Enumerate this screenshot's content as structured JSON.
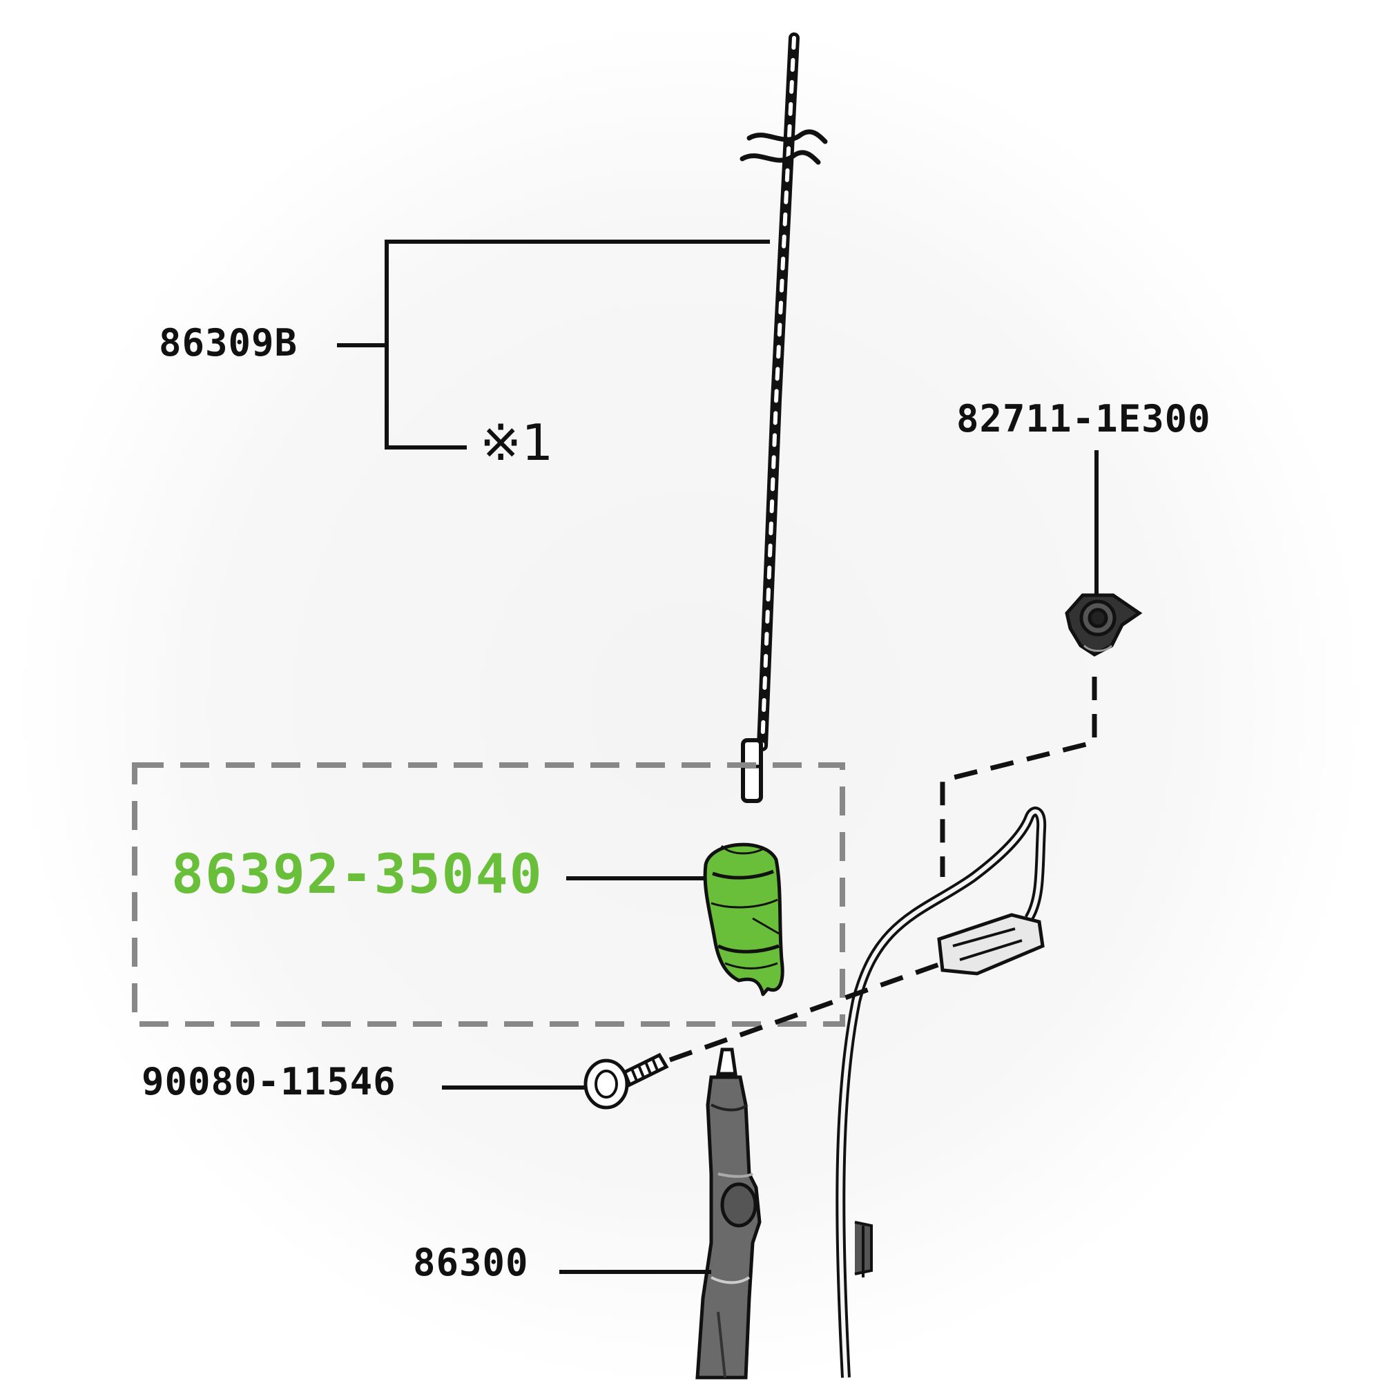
{
  "diagram": {
    "highlight_color": "#6abf3a",
    "line_color": "#111111",
    "dashed_box_color": "#888888",
    "labels": {
      "p86309b": "86309B",
      "note": "※1",
      "p82711": "82711-1E300",
      "p86392": "86392-35040",
      "p90080": "90080-11546",
      "p86300": "86300"
    },
    "parts": [
      {
        "name": "antenna-rod",
        "icon": "antenna-rod-icon"
      },
      {
        "name": "antenna-end-cap",
        "icon": "cap-icon",
        "highlighted": true
      },
      {
        "name": "antenna-motor-housing",
        "icon": "motor-housing-icon"
      },
      {
        "name": "bolt",
        "icon": "bolt-icon"
      },
      {
        "name": "grommet-connector",
        "icon": "grommet-icon"
      },
      {
        "name": "antenna-cable",
        "icon": "cable-icon"
      }
    ]
  }
}
